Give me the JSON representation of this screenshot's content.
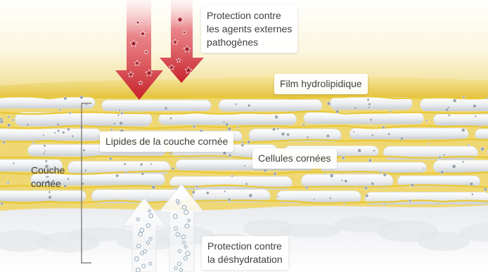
{
  "labels": {
    "protection_agents": [
      "Protection contre",
      "les agents externes",
      "pathogènes"
    ],
    "film": "Film hydrolipidique",
    "lipides": "Lipides de la couche cornée",
    "cellules": "Cellules cornées",
    "couche": [
      "Couche",
      "cornée"
    ],
    "protection_deshydratation": [
      "Protection contre",
      "la déshydratation"
    ]
  },
  "colors": {
    "lipid_gold": "#e9c93a",
    "cell_grey": "#e6e8ea",
    "pathogen_arrow": "#c9303a",
    "pathogen_dot": "#9e1522",
    "water_dot": "#8fa6b8",
    "bracket": "#6e6e6e"
  },
  "icons": {
    "pathogen_arrow": "arrow-down-icon",
    "water_arrow": "arrow-up-icon"
  }
}
